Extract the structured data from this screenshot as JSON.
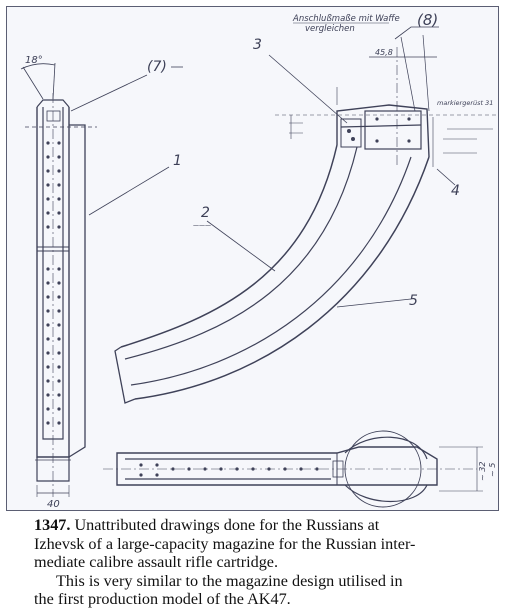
{
  "drawing": {
    "annotations": {
      "header_line1": "Anschlußmaße mit Waffe",
      "header_line2": "vergleichen",
      "dim_top_left": "18°",
      "dim_bottom_width": "40",
      "dim_top": "45,8",
      "dim_small_note": "markiergerüst 31",
      "dim_right_vert": "~ 32",
      "dim_right_vert2": "~ 5",
      "label_2_note": "———"
    },
    "labels": {
      "part_1": "1",
      "part_2": "2",
      "part_3": "3",
      "part_4": "4",
      "part_5": "5",
      "part_7": "(7)",
      "part_8": "(8)"
    }
  },
  "caption": {
    "number": "1347.",
    "line1_rest": " Unattributed drawings done for the Russians at",
    "line2": "Izhevsk of a large-capacity magazine for the Russian inter-",
    "line3": "mediate calibre assault rifle cartridge.",
    "line4": "This is very similar to the magazine design utilised in",
    "line5": "the first production model of the AK47."
  }
}
